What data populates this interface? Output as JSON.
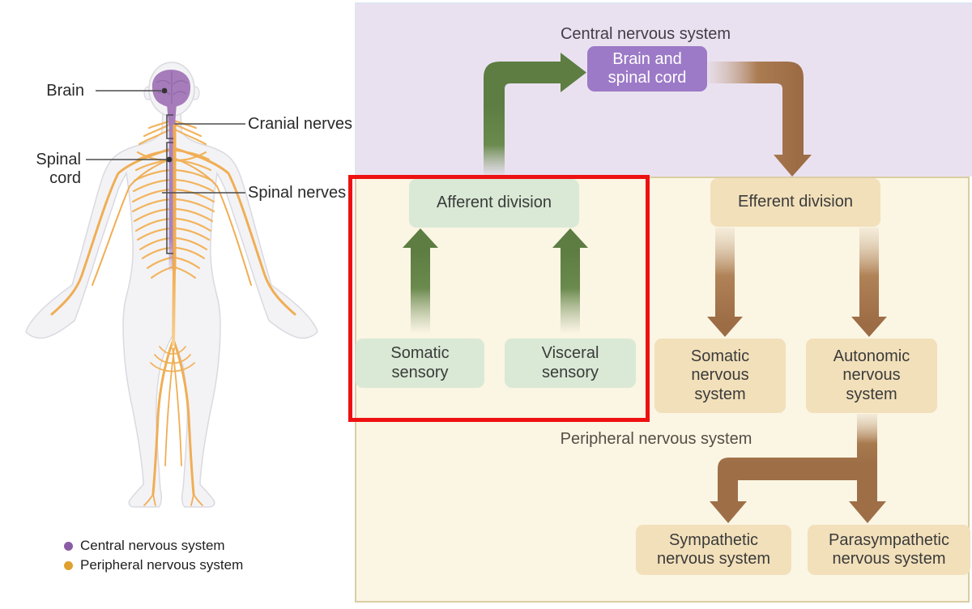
{
  "anatomy": {
    "labels": {
      "brain": "Brain",
      "cranial_nerves": "Cranial nerves",
      "spinal_cord": "Spinal cord",
      "spinal_nerves": "Spinal nerves"
    },
    "legend": [
      {
        "label": "Central nervous system",
        "color": "#8a5ca6"
      },
      {
        "label": "Peripheral nervous system",
        "color": "#dfa02f"
      }
    ]
  },
  "flowchart": {
    "cns_title": "Central nervous system",
    "cns_box": "Brain and spinal cord",
    "pns_title": "Peripheral nervous system",
    "afferent_division": "Afferent division",
    "somatic_sensory": "Somatic sensory",
    "visceral_sensory": "Visceral sensory",
    "efferent_division": "Efferent division",
    "somatic_ns": "Somatic nervous system",
    "autonomic_ns": "Autonomic nervous system",
    "sympathetic_ns": "Sympathetic nervous system",
    "parasympathetic_ns": "Parasympathetic nervous system"
  },
  "colors": {
    "cns_panel_bg": "#eae1f0",
    "pns_panel_bg": "#fbf5e4",
    "cns_box_bg": "#9c7ac7",
    "sensory_box_bg": "#d9e9d5",
    "motor_box_bg": "#f2e0ba",
    "afferent_arrow_green": "#5d7d42",
    "efferent_arrow_brown": "#9c6c45",
    "highlight_red": "#ee1111",
    "nerve_orange": "#f0ae55",
    "brain_purple": "#a67cba"
  }
}
